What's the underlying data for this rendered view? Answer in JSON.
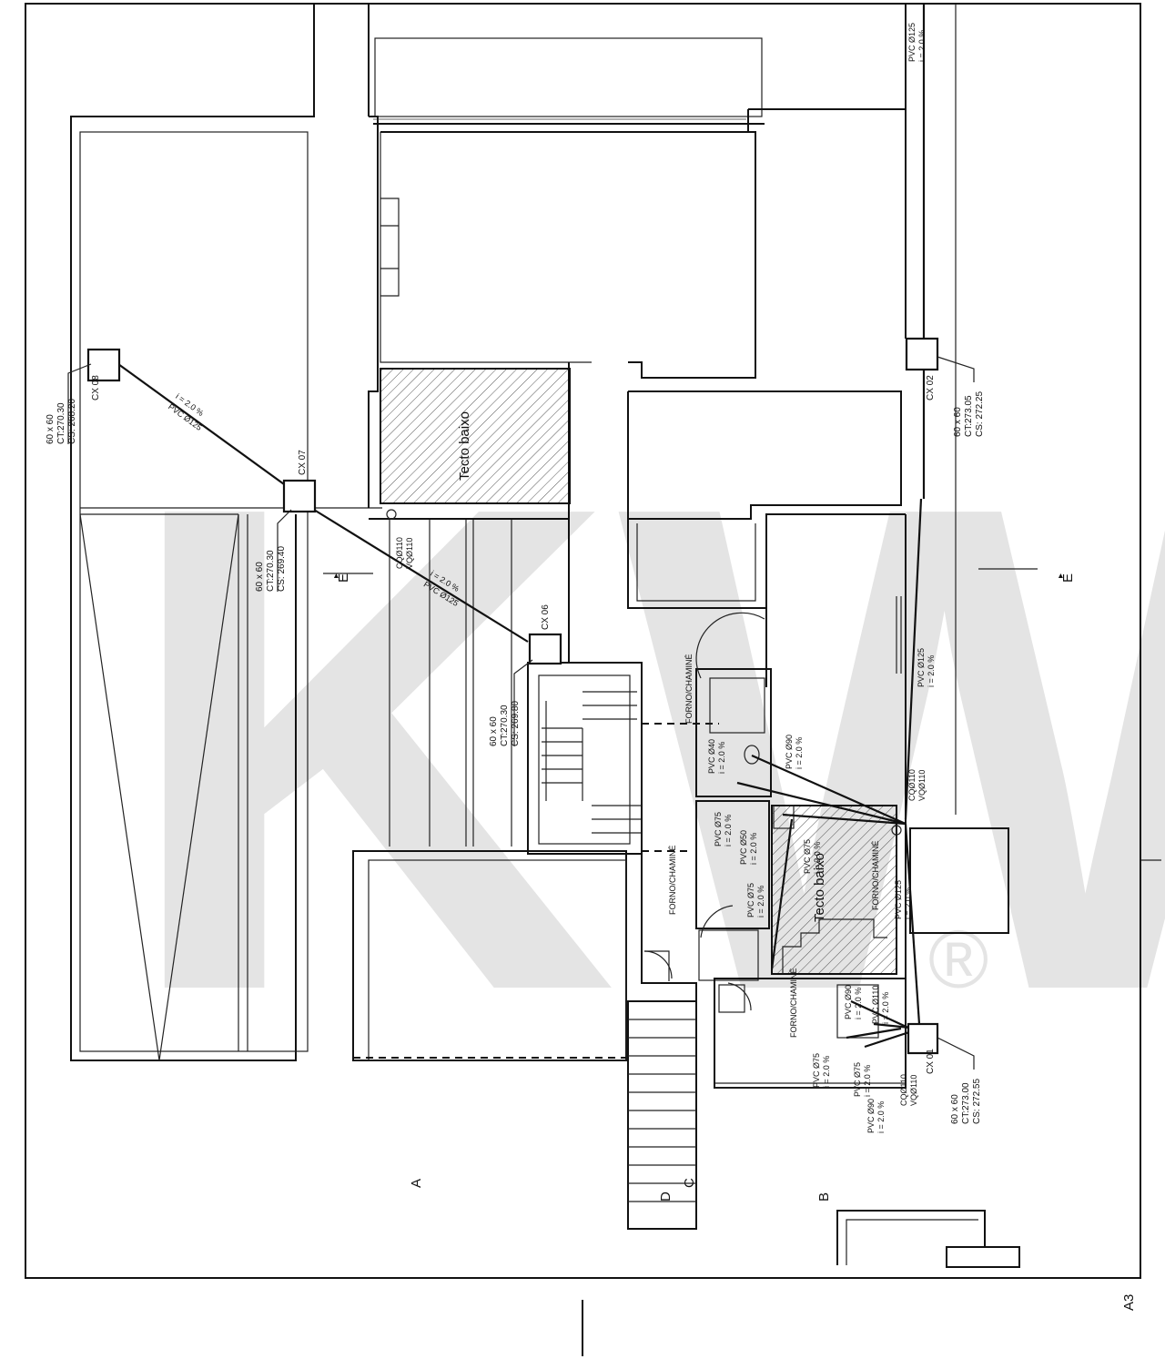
{
  "sheet": {
    "size_label": "A3"
  },
  "watermark": {
    "text": "KW",
    "registered": "®"
  },
  "rooms": {
    "low_ceiling_1": "Tecto baixo",
    "low_ceiling_2": "Tecto baixo"
  },
  "boxes": {
    "cx08": {
      "id": "CX 08",
      "size": "60 x 60",
      "ct": "CT:270.30",
      "cs": "CS: 268.20"
    },
    "cx07": {
      "id": "CX 07",
      "size": "60 x 60",
      "ct": "CT:270.30",
      "cs": "CS: 269.40"
    },
    "cx06": {
      "id": "CX 06",
      "size": "60 x 60",
      "ct": "CT:270.30",
      "cs": "CS: 269.80"
    },
    "cx02": {
      "id": "CX 02",
      "size": "60 x 60",
      "ct": "CT:273.05",
      "cs": "CS: 272.25"
    },
    "cx01": {
      "id": "CX 01",
      "size": "60 x 60",
      "ct": "CT:273.00",
      "cs": "CS: 272.55"
    }
  },
  "pipes": {
    "p_top_right": {
      "name": "PVC Ø125",
      "slope": "i = 2.0 %"
    },
    "p_cx08_cx07": {
      "name": "PVC Ø125",
      "slope": "i = 2.0 %"
    },
    "p_cx07_cx06": {
      "name": "PVC Ø125",
      "slope": "i = 2.0 %"
    },
    "p_right_mid": {
      "name": "PVC Ø125",
      "slope": "i = 2.0 %"
    },
    "p_wc_1": {
      "name": "PVC Ø90",
      "slope": "i = 2.0 %"
    },
    "p_wc_2": {
      "name": "PVC Ø40",
      "slope": "i = 2.0 %"
    },
    "p_bath_1": {
      "name": "PVC Ø75",
      "slope": "i = 2.0 %"
    },
    "p_bath_2": {
      "name": "PVC Ø50",
      "slope": "i = 2.0 %"
    },
    "p_bath_3": {
      "name": "PVC Ø75",
      "slope": "i = 2.0 %"
    },
    "p_bath_4": {
      "name": "PVC Ø75",
      "slope": "i = 2.0 %"
    },
    "p_bath_5": {
      "name": "PVC Ø125",
      "slope": "i = 2.0 %"
    },
    "p_k_1": {
      "name": "PVC Ø90",
      "slope": "i = 2.0 %"
    },
    "p_k_2": {
      "name": "PVC Ø110",
      "slope": "i = 2.0 %"
    },
    "p_k_3": {
      "name": "PVC Ø75",
      "slope": "i = 2.0 %"
    },
    "p_k_4": {
      "name": "PVC Ø75",
      "slope": "i = 2.0 %"
    },
    "p_k_5": {
      "name": "PVC Ø90",
      "slope": "i = 2.0 %"
    }
  },
  "stacks": {
    "tq_top": {
      "a": "CQØ110",
      "b": "VQØ110"
    },
    "tq_right": {
      "a": "CQØ110",
      "b": "VQØ110"
    },
    "tq_bottom": {
      "a": "CQØ110",
      "b": "VQØ110"
    }
  },
  "fixtures": {
    "fsifao_1": "FORNO/CHAMINÉ",
    "fsifao_2": "FORNO/CHAMINÉ",
    "fsifao_3": "FORNO/CHAMINÉ",
    "fsifao_4": "FORNO/CHAMINÉ"
  },
  "sections": {
    "a": "A",
    "b": "B",
    "c": "C",
    "d": "D",
    "e_left": "E",
    "e_right": "E"
  }
}
